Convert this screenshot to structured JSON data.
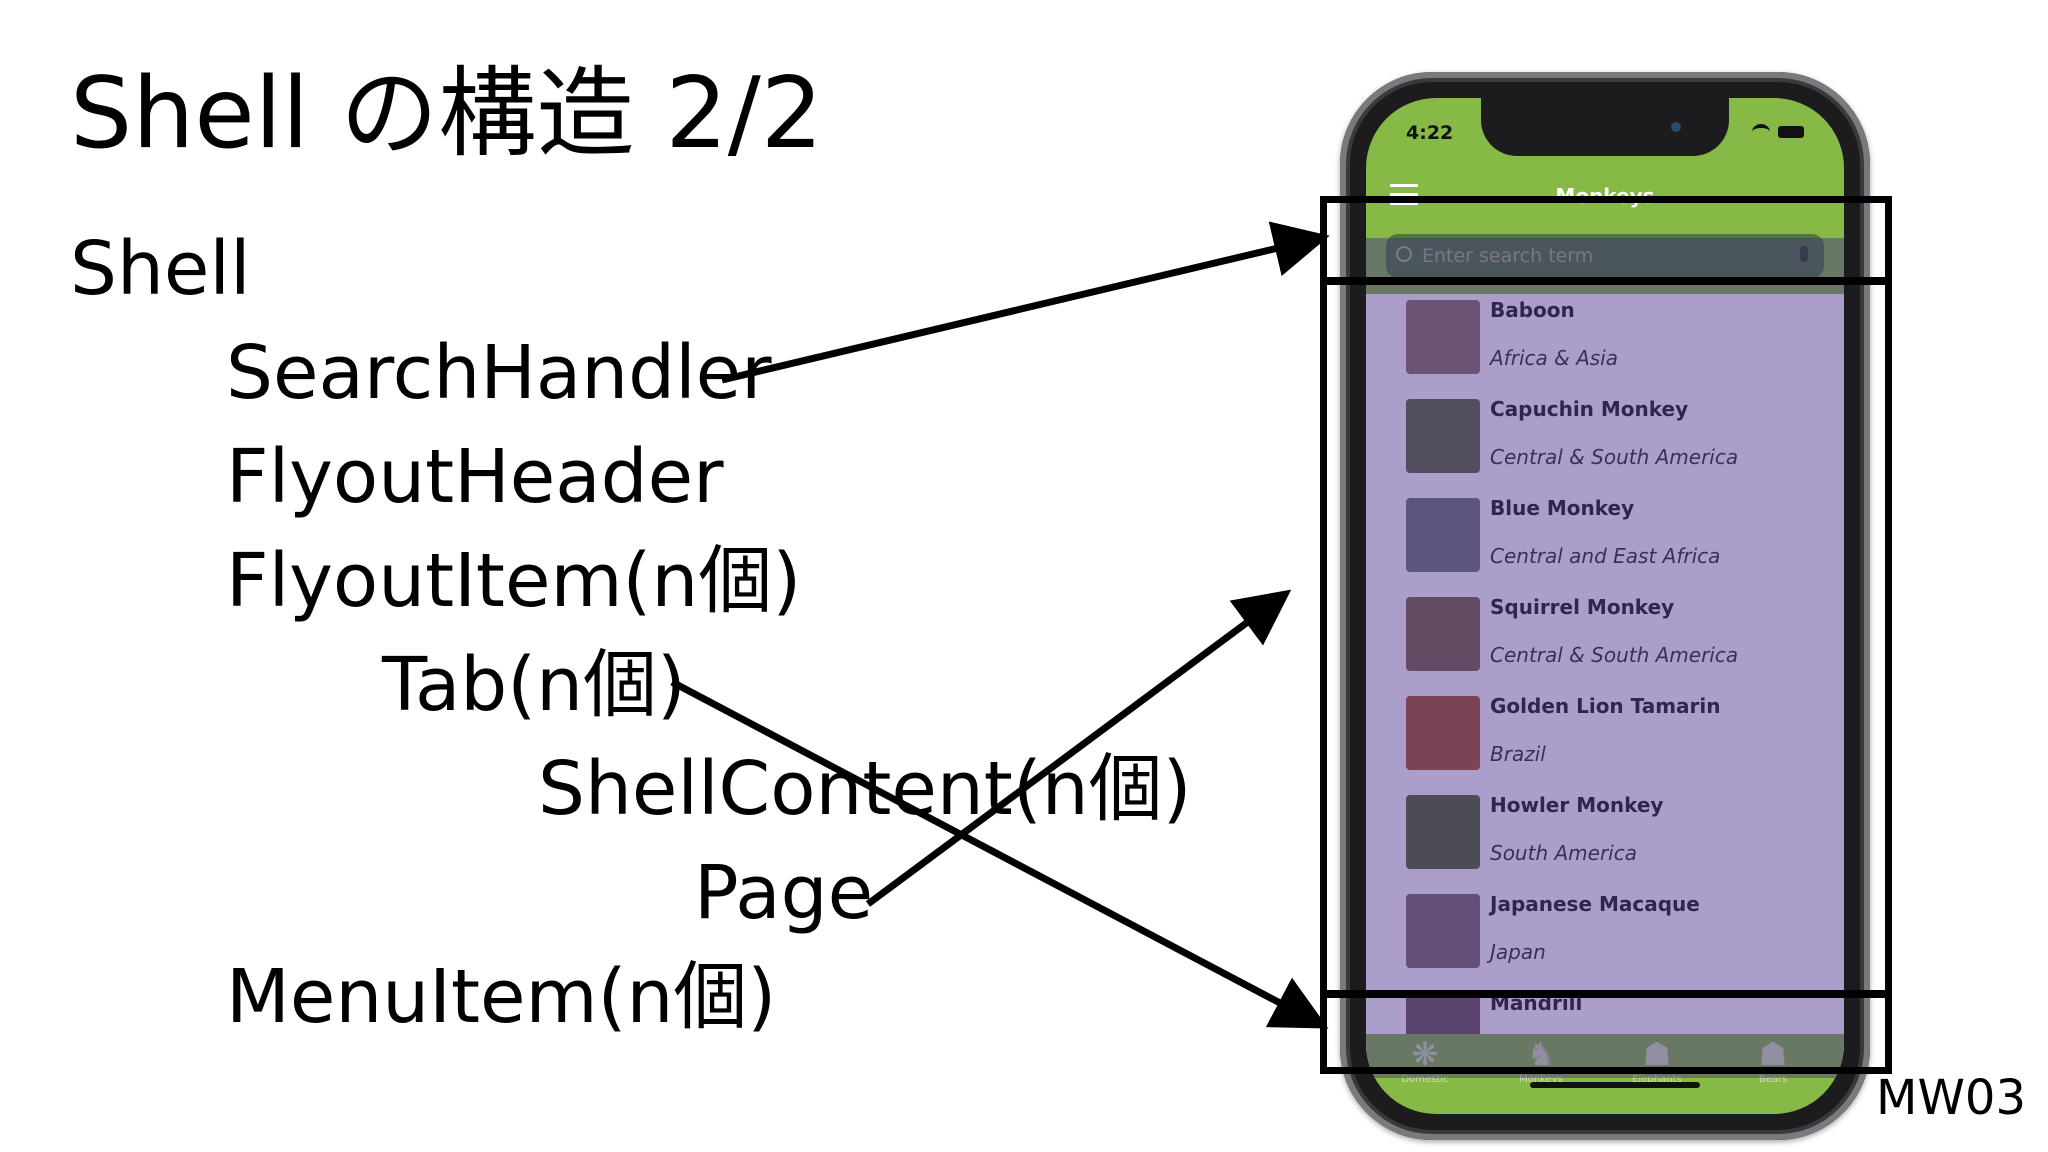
{
  "slide": {
    "title": "Shell の構造 2/2",
    "id_label": "MW03",
    "tree": [
      {
        "label": "Shell"
      },
      {
        "label": "SearchHandler"
      },
      {
        "label": "FlyoutHeader"
      },
      {
        "label": "FlyoutItem(n個)"
      },
      {
        "label": "Tab(n個)"
      },
      {
        "label": "ShellContent(n個)"
      },
      {
        "label": "Page"
      },
      {
        "label": "MenuItem(n個)"
      }
    ]
  },
  "phone": {
    "status_time": "4:22",
    "nav_title": "Monkeys",
    "search_placeholder": "Enter search term",
    "monkeys": [
      {
        "name": "Baboon",
        "location": "Africa & Asia"
      },
      {
        "name": "Capuchin Monkey",
        "location": "Central & South America"
      },
      {
        "name": "Blue Monkey",
        "location": "Central and East Africa"
      },
      {
        "name": "Squirrel Monkey",
        "location": "Central & South America"
      },
      {
        "name": "Golden Lion Tamarin",
        "location": "Brazil"
      },
      {
        "name": "Howler Monkey",
        "location": "South America"
      },
      {
        "name": "Japanese Macaque",
        "location": "Japan"
      },
      {
        "name": "Mandrill",
        "location": ""
      }
    ],
    "tabs": [
      {
        "label": "Domestic",
        "icon": "paw-icon"
      },
      {
        "label": "Monkeys",
        "icon": "monkey-icon"
      },
      {
        "label": "Elephants",
        "icon": "elephant-icon"
      },
      {
        "label": "Bears",
        "icon": "bear-icon"
      }
    ]
  },
  "colors": {
    "shell_green": "#86b945",
    "overlay_purple": "#462a8c",
    "frame": "#1c1c1e"
  }
}
